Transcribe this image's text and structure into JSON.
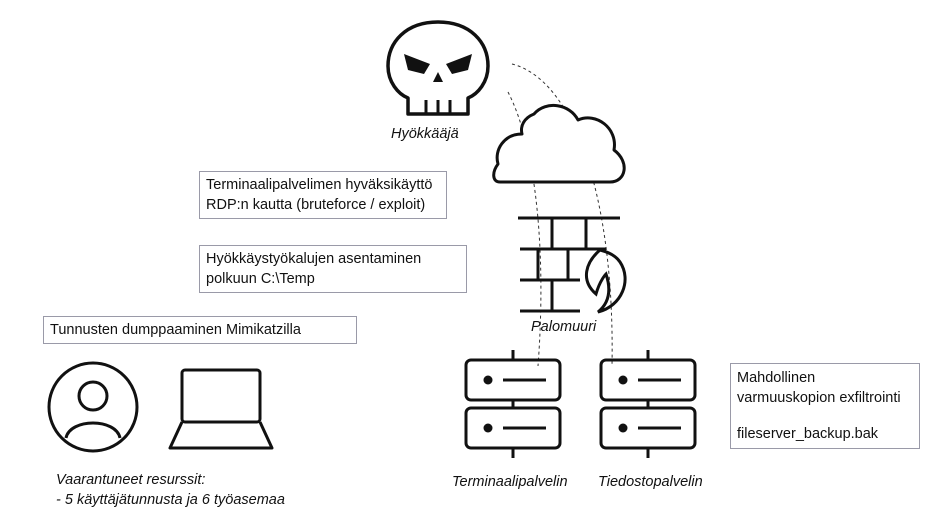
{
  "diagram": {
    "nodes": {
      "attacker": "Hyökkääjä",
      "firewall": "Palomuuri",
      "terminal_server": "Terminaalipalvelin",
      "file_server": "Tiedostopalvelin"
    },
    "steps": [
      [
        "Terminaalipalvelimen  hyväksikäyttö",
        "RDP:n kautta (bruteforce / exploit)"
      ],
      [
        "Hyökkäystyökalujen asentaminen",
        "polkuun C:\\Temp"
      ],
      [
        "Tunnusten  dumppaaminen  Mimikatzilla"
      ]
    ],
    "exfiltration": {
      "line1": "Mahdollinen",
      "line2": "varmuuskopion  exfiltrointi",
      "file": "fileserver_backup.bak"
    },
    "compromised": {
      "title": "Vaarantuneet resurssit:",
      "detail": "- 5 käyttäjätunnusta ja 6 työasemaa"
    }
  }
}
